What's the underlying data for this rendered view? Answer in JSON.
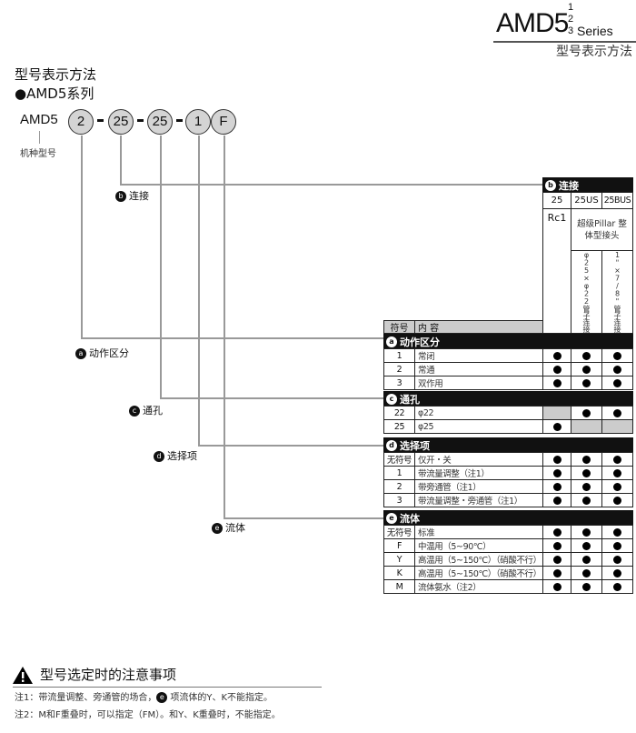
{
  "header": {
    "model": "AMD5",
    "sup": "1",
    "sub_top": "2",
    "sub_bottom": "3",
    "series": "Series",
    "subtitle": "型号表示方法"
  },
  "intro": {
    "title": "型号表示方法",
    "series_bullet": "●AMD5系列",
    "model": "AMD5",
    "model_label": "机种型号"
  },
  "code_parts": [
    "2",
    "25",
    "25",
    "1",
    "F"
  ],
  "callouts": {
    "b": {
      "badge": "b",
      "label": "连接"
    },
    "a": {
      "badge": "a",
      "label": "动作区分"
    },
    "c": {
      "badge": "c",
      "label": "通孔"
    },
    "d": {
      "badge": "d",
      "label": "选择项"
    },
    "e": {
      "badge": "e",
      "label": "流体"
    }
  },
  "connection": {
    "badge": "b",
    "title": "连接",
    "columns": [
      "25",
      "25US",
      "25BUS"
    ],
    "col1_desc": "Rc1",
    "merged_desc": "超级Pillar 整体型接头",
    "col2_desc": "φ25×φ22管子连接",
    "col3_desc": "1\"×7/8\"管子连接"
  },
  "table_head": {
    "code": "符号",
    "content": "内  容"
  },
  "sections": [
    {
      "badge": "a",
      "title": "动作区分",
      "rows": [
        [
          "1",
          "常闭",
          [
            "dot",
            "dot",
            "dot"
          ]
        ],
        [
          "2",
          "常通",
          [
            "dot",
            "dot",
            "dot"
          ]
        ],
        [
          "3",
          "双作用",
          [
            "dot",
            "dot",
            "dot"
          ]
        ]
      ]
    },
    {
      "badge": "c",
      "title": "通孔",
      "rows": [
        [
          "22",
          "φ22",
          [
            "gray",
            "dot",
            "dot"
          ]
        ],
        [
          "25",
          "φ25",
          [
            "dot",
            "gray",
            "gray"
          ]
        ]
      ]
    },
    {
      "badge": "d",
      "title": "选择项",
      "rows": [
        [
          "无符号",
          "仅开・关",
          [
            "dot",
            "dot",
            "dot"
          ]
        ],
        [
          "1",
          "带流量调整（注1）",
          [
            "dot",
            "dot",
            "dot"
          ]
        ],
        [
          "2",
          "带旁通管（注1）",
          [
            "dot",
            "dot",
            "dot"
          ]
        ],
        [
          "3",
          "带流量调整・旁通管（注1）",
          [
            "dot",
            "dot",
            "dot"
          ]
        ]
      ]
    },
    {
      "badge": "e",
      "title": "流体",
      "rows": [
        [
          "无符号",
          "标准",
          [
            "dot",
            "dot",
            "dot"
          ]
        ],
        [
          "F",
          "中温用（5~90℃）",
          [
            "dot",
            "dot",
            "dot"
          ]
        ],
        [
          "Y",
          "高温用（5~150℃）（硝酸不行）",
          [
            "dot",
            "dot",
            "dot"
          ]
        ],
        [
          "K",
          "高温用（5~150℃）（硝酸不行）",
          [
            "dot",
            "dot",
            "dot"
          ]
        ],
        [
          "M",
          "流体氨水（注2）",
          [
            "dot",
            "dot",
            "dot"
          ]
        ]
      ]
    }
  ],
  "notes": {
    "title": "型号选定时的注意事项",
    "note1_a": "注1：带流量调整、旁通管的场合，",
    "note1_badge": "e",
    "note1_b": "项流体的Y、K不能指定。",
    "note2": "注2：M和F重叠时，可以指定（FM）。和Y、K重叠时，不能指定。"
  }
}
